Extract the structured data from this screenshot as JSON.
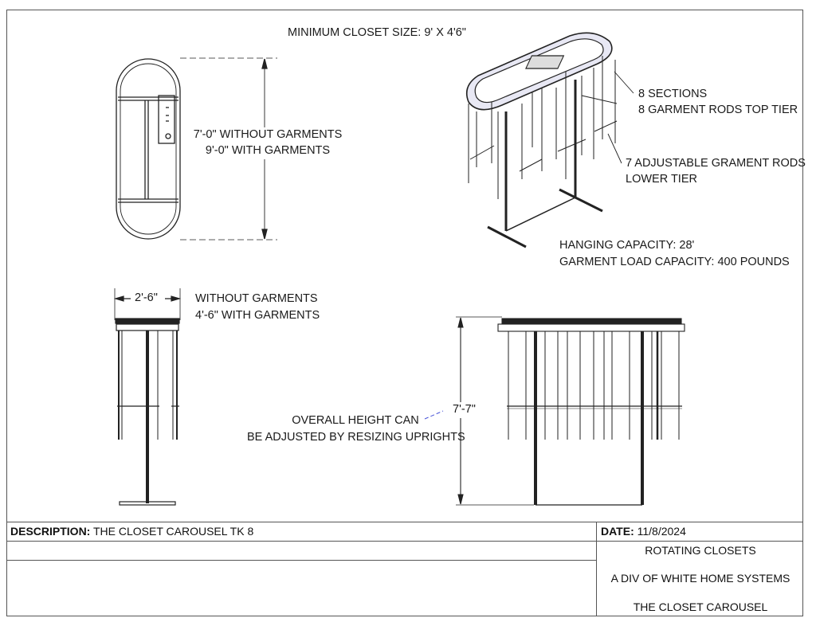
{
  "header": {
    "min_closet_size": "MINIMUM CLOSET SIZE: 9' X 4'6\""
  },
  "top_view": {
    "dim_line1": "7'-0\" WITHOUT GARMENTS",
    "dim_line2": "9'-0\" WITH GARMENTS"
  },
  "iso_view": {
    "callout1_line1": "8 SECTIONS",
    "callout1_line2": "8 GARMENT RODS TOP TIER",
    "callout2_line1": "7 ADJUSTABLE GRAMENT RODS",
    "callout2_line2": "LOWER TIER",
    "capacity_line1": "HANGING CAPACITY: 28'",
    "capacity_line2": "GARMENT LOAD CAPACITY: 400 POUNDS"
  },
  "side_view": {
    "width_dim": "2'-6\"",
    "width_line1": "WITHOUT GARMENTS",
    "width_line2": "4'-6\" WITH GARMENTS"
  },
  "front_view": {
    "height_dim": "7'-7\"",
    "note_line1": "OVERALL HEIGHT CAN",
    "note_line2": "BE ADJUSTED BY RESIZING UPRIGHTS"
  },
  "title_block": {
    "description_label": "DESCRIPTION:",
    "description_value": "THE CLOSET CAROUSEL TK 8",
    "date_label": "DATE:",
    "date_value": "11/8/2024",
    "company_line1": "ROTATING CLOSETS",
    "company_line2": "A DIV OF WHITE HOME SYSTEMS",
    "company_line3": "THE CLOSET CAROUSEL"
  },
  "colors": {
    "border": "#555555",
    "leader_blue": "#4a55d8",
    "line": "#222222"
  }
}
